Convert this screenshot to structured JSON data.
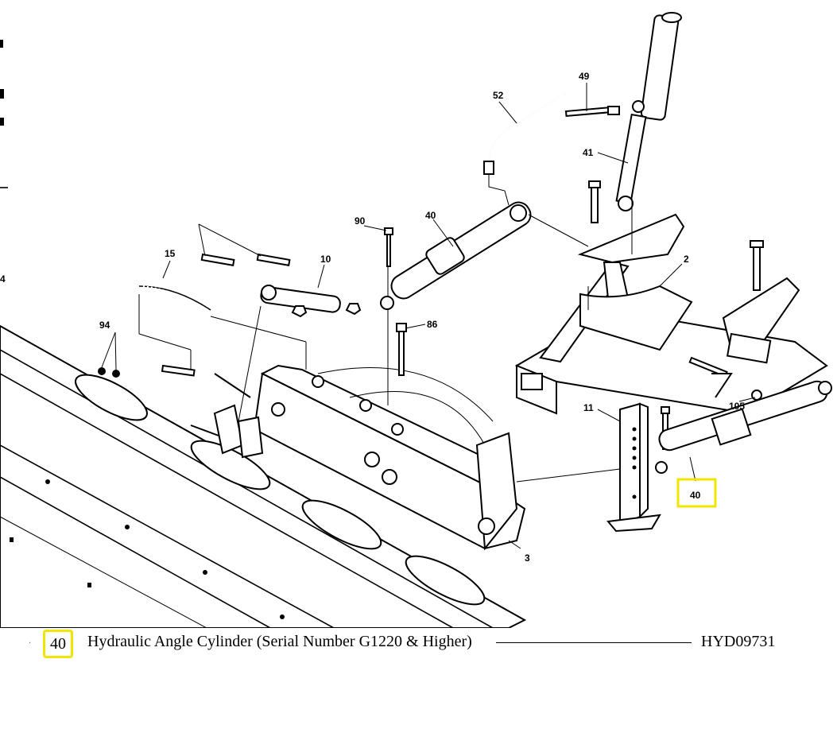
{
  "callouts": {
    "c52": "52",
    "c49": "49",
    "c41": "41",
    "c90": "90",
    "c40a": "40",
    "c2": "2",
    "c15": "15",
    "c10": "10",
    "c94": "94",
    "c86": "86",
    "c105": "105",
    "c11": "11",
    "c40b": "40",
    "c3": "3",
    "c4": "4"
  },
  "legend": {
    "number": "40",
    "description": "Hydraulic Angle Cylinder (Serial Number G1220 & Higher)",
    "part_code": "HYD09731"
  },
  "colors": {
    "highlight": "#f2e600",
    "ink": "#000000"
  }
}
